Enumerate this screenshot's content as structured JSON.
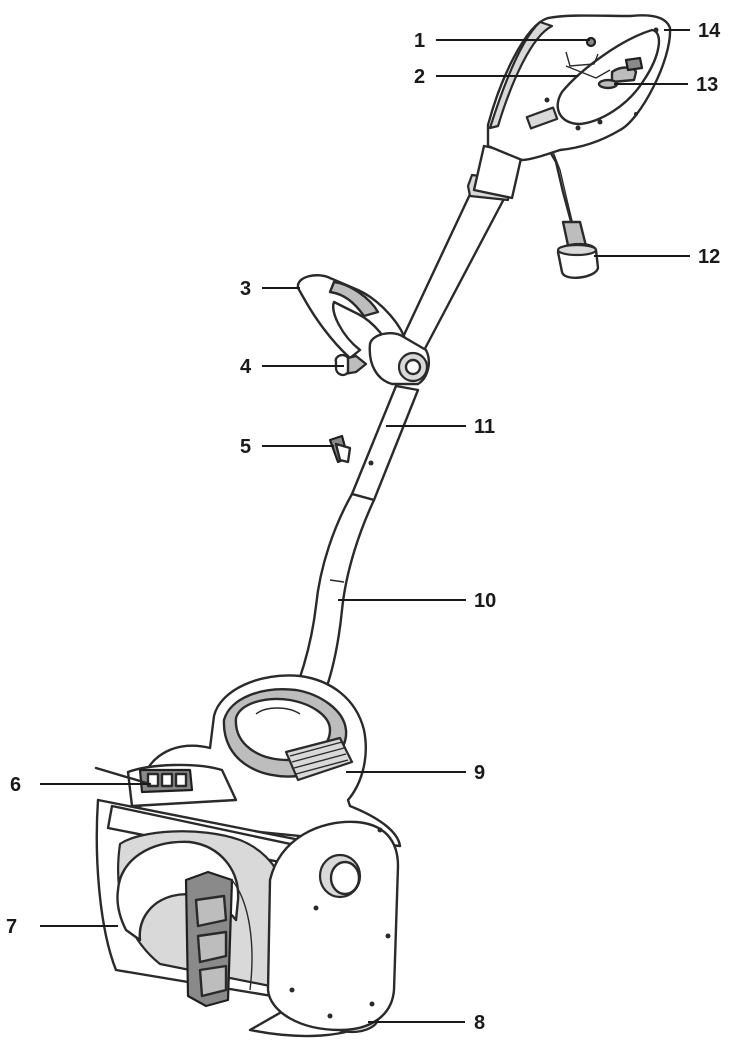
{
  "callouts": [
    {
      "id": "1",
      "label": "1"
    },
    {
      "id": "2",
      "label": "2"
    },
    {
      "id": "3",
      "label": "3"
    },
    {
      "id": "4",
      "label": "4"
    },
    {
      "id": "5",
      "label": "5"
    },
    {
      "id": "6",
      "label": "6"
    },
    {
      "id": "7",
      "label": "7"
    },
    {
      "id": "8",
      "label": "8"
    },
    {
      "id": "9",
      "label": "9"
    },
    {
      "id": "10",
      "label": "10"
    },
    {
      "id": "11",
      "label": "11"
    },
    {
      "id": "12",
      "label": "12"
    },
    {
      "id": "13",
      "label": "13"
    },
    {
      "id": "14",
      "label": "14"
    }
  ],
  "colors": {
    "outline": "#2a2a2a",
    "shade_light": "#d9d9d9",
    "shade_mid": "#bdbdbd",
    "shade_dark": "#8a8a8a"
  }
}
